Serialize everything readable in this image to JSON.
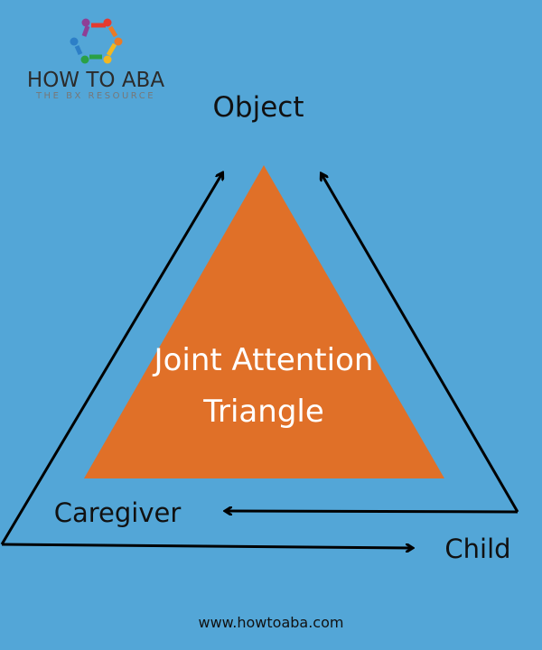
{
  "logo": {
    "title": "HOW TO ABA",
    "tagline": "THE BX RESOURCE"
  },
  "diagram": {
    "center_line1": "Joint Attention",
    "center_line2": "Triangle",
    "nodes": {
      "top": "Object",
      "left": "Caregiver",
      "right": "Child"
    }
  },
  "footer": {
    "url": "www.howtoaba.com"
  },
  "colors": {
    "background": "#53a6d7",
    "triangle": "#e07028",
    "arrows": "#000000"
  }
}
